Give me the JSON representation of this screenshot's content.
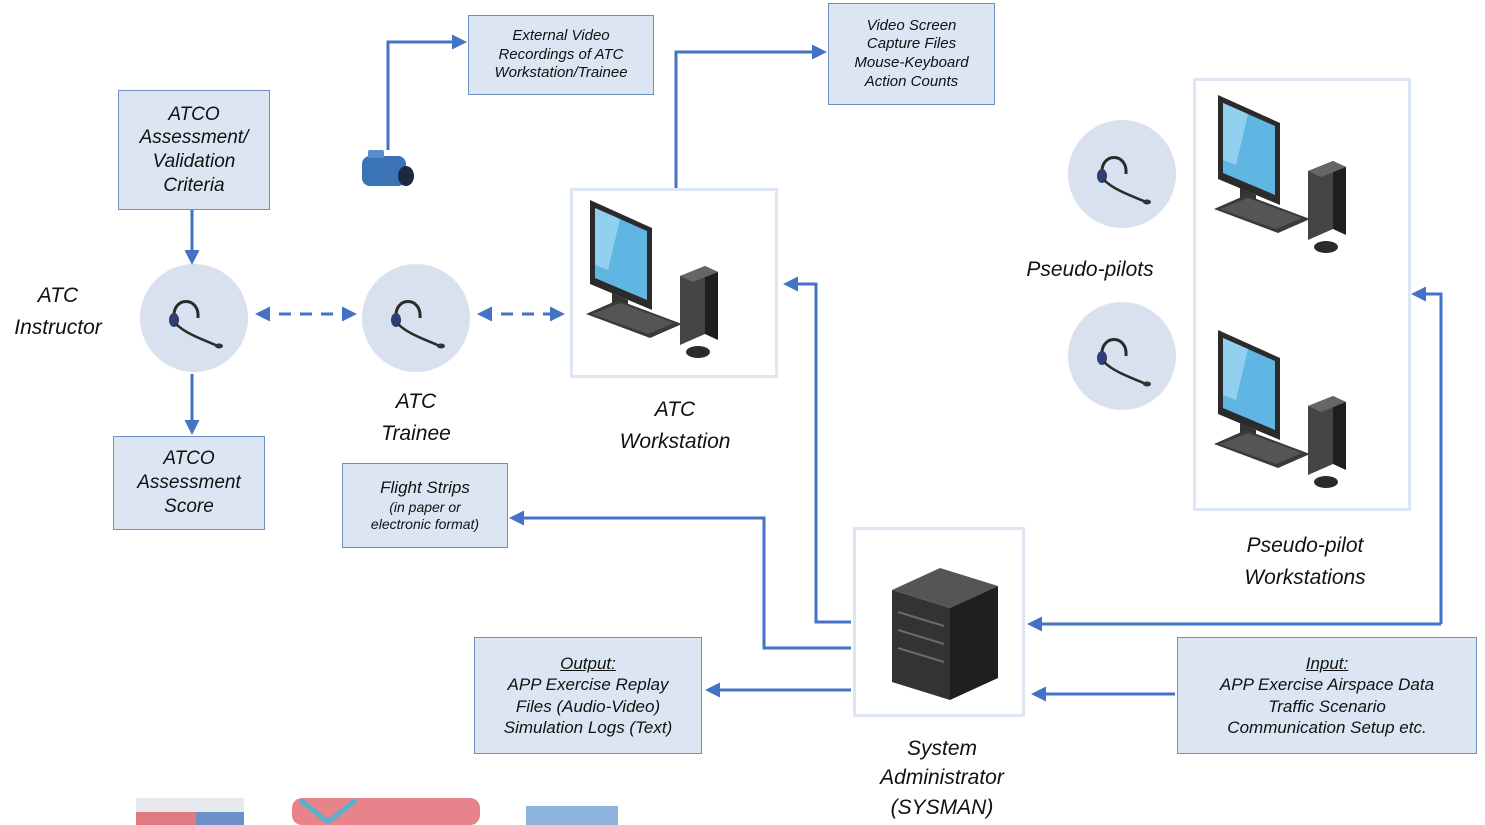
{
  "boxes": {
    "criteria": [
      "ATCO",
      "Assessment/",
      "Validation",
      "Criteria"
    ],
    "score": [
      "ATCO",
      "Assessment",
      "Score"
    ],
    "external_video": [
      "External Video",
      "Recordings of ATC",
      "Workstation/Trainee"
    ],
    "screen_capture": [
      "Video Screen",
      "Capture Files",
      "Mouse-Keyboard",
      "Action Counts"
    ],
    "flight_strips": {
      "title": "Flight Strips",
      "lines": [
        "(in paper or",
        "electronic format)"
      ]
    },
    "output": {
      "heading": "Output:",
      "lines": [
        "APP Exercise Replay",
        "Files (Audio-Video)",
        "Simulation Logs (Text)"
      ]
    },
    "input": {
      "heading": "Input:",
      "lines": [
        "APP Exercise Airspace Data",
        "Traffic Scenario",
        "Communication Setup etc."
      ]
    }
  },
  "labels": {
    "instructor": [
      "ATC",
      "Instructor"
    ],
    "trainee": [
      "ATC",
      "Trainee"
    ],
    "workstation": [
      "ATC",
      "Workstation"
    ],
    "pseudo_pilots": "Pseudo-pilots",
    "pseudo_workstations": [
      "Pseudo-pilot",
      "Workstations"
    ],
    "sysman": [
      "System",
      "Administrator",
      "(SYSMAN)"
    ]
  },
  "colors": {
    "box_fill": "#dce6f2",
    "box_border": "#6f8fc0",
    "arrow": "#4472c4",
    "frame": "#dfe6f3",
    "circle": "#d9e1ef"
  },
  "icons": [
    "headset-icon",
    "computer-icon",
    "server-icon",
    "camera-icon"
  ]
}
